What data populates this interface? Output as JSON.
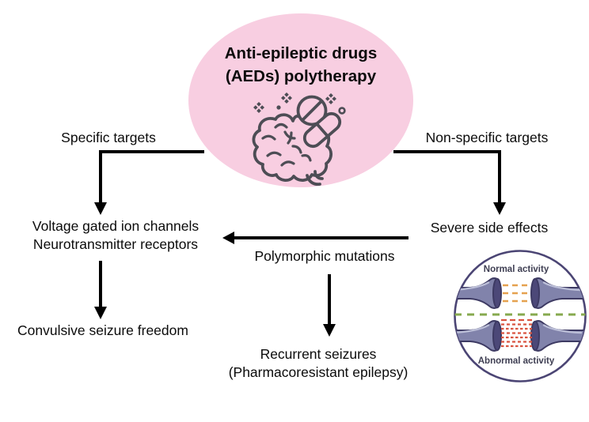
{
  "diagram": {
    "title": {
      "line1": "Anti-epileptic drugs",
      "line2": "(AEDs) polytherapy"
    },
    "nodes": {
      "specific_targets": "Specific targets",
      "non_specific_targets": "Non-specific targets",
      "targets_line1": "Voltage gated ion channels",
      "targets_line2": "Neurotransmitter receptors",
      "outcome_left": "Convulsive seizure freedom",
      "polymorphic_mutations": "Polymorphic mutations",
      "recurrent_line1": "Recurrent seizures",
      "recurrent_line2": "(Pharmacoresistant epilepsy)",
      "severe_side_effects": "Severe side effects"
    },
    "synapse_figure": {
      "normal_label": "Normal activity",
      "abnormal_label": "Abnormal activity"
    },
    "colors": {
      "ellipse_pink": "#F8CEE1",
      "icon_stroke": "#4D4D55",
      "arrow": "#000000",
      "figure_ring": "#4B4574",
      "synapse_body": "#8183AB",
      "synapse_outline": "#3D3A63",
      "synapse_cap": "#4C4878",
      "synapse_highlight": "#BCBFD8",
      "dash_orange": "#E5A14F",
      "dash_green": "#86A94E",
      "dash_red": "#D95440",
      "figure_text": "#3E3E52"
    }
  }
}
